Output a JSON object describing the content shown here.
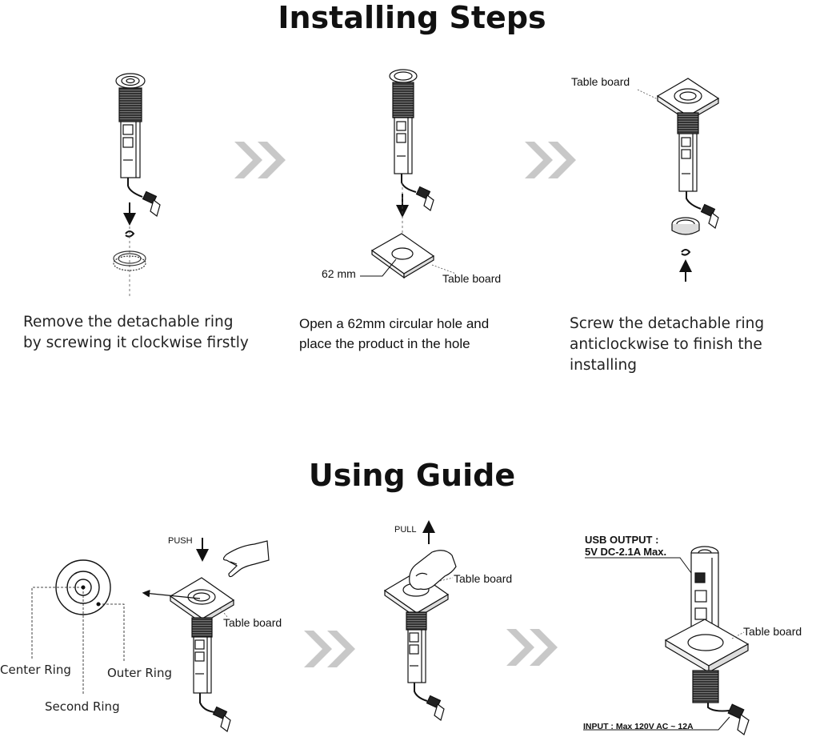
{
  "installing": {
    "title": "Installing Steps",
    "step1": {
      "line1": "Remove the detachable ring",
      "line2": "by screwing it clockwise firstly"
    },
    "step2": {
      "line1": "Open a 62mm circular hole and",
      "line2": "place the product in the hole",
      "hole_label": "62 mm",
      "board_label": "Table board"
    },
    "step3": {
      "line1": "Screw the detachable ring",
      "line2": "anticlockwise to finish the installing",
      "board_label": "Table board"
    }
  },
  "using": {
    "title": "Using Guide",
    "rings": {
      "center": "Center Ring",
      "second": "Second Ring",
      "outer": "Outer Ring"
    },
    "push": {
      "label": "PUSH",
      "board_label": "Table board"
    },
    "pull": {
      "label": "PULL",
      "board_label": "Table board"
    },
    "final": {
      "usb_line1": "USB OUTPUT :",
      "usb_line2": "5V DC-2.1A Max.",
      "board_label": "Table board",
      "input_label": "INPUT : Max 120V AC ~ 12A"
    }
  },
  "colors": {
    "chevron": "#c8c8c8",
    "ink": "#111111"
  }
}
